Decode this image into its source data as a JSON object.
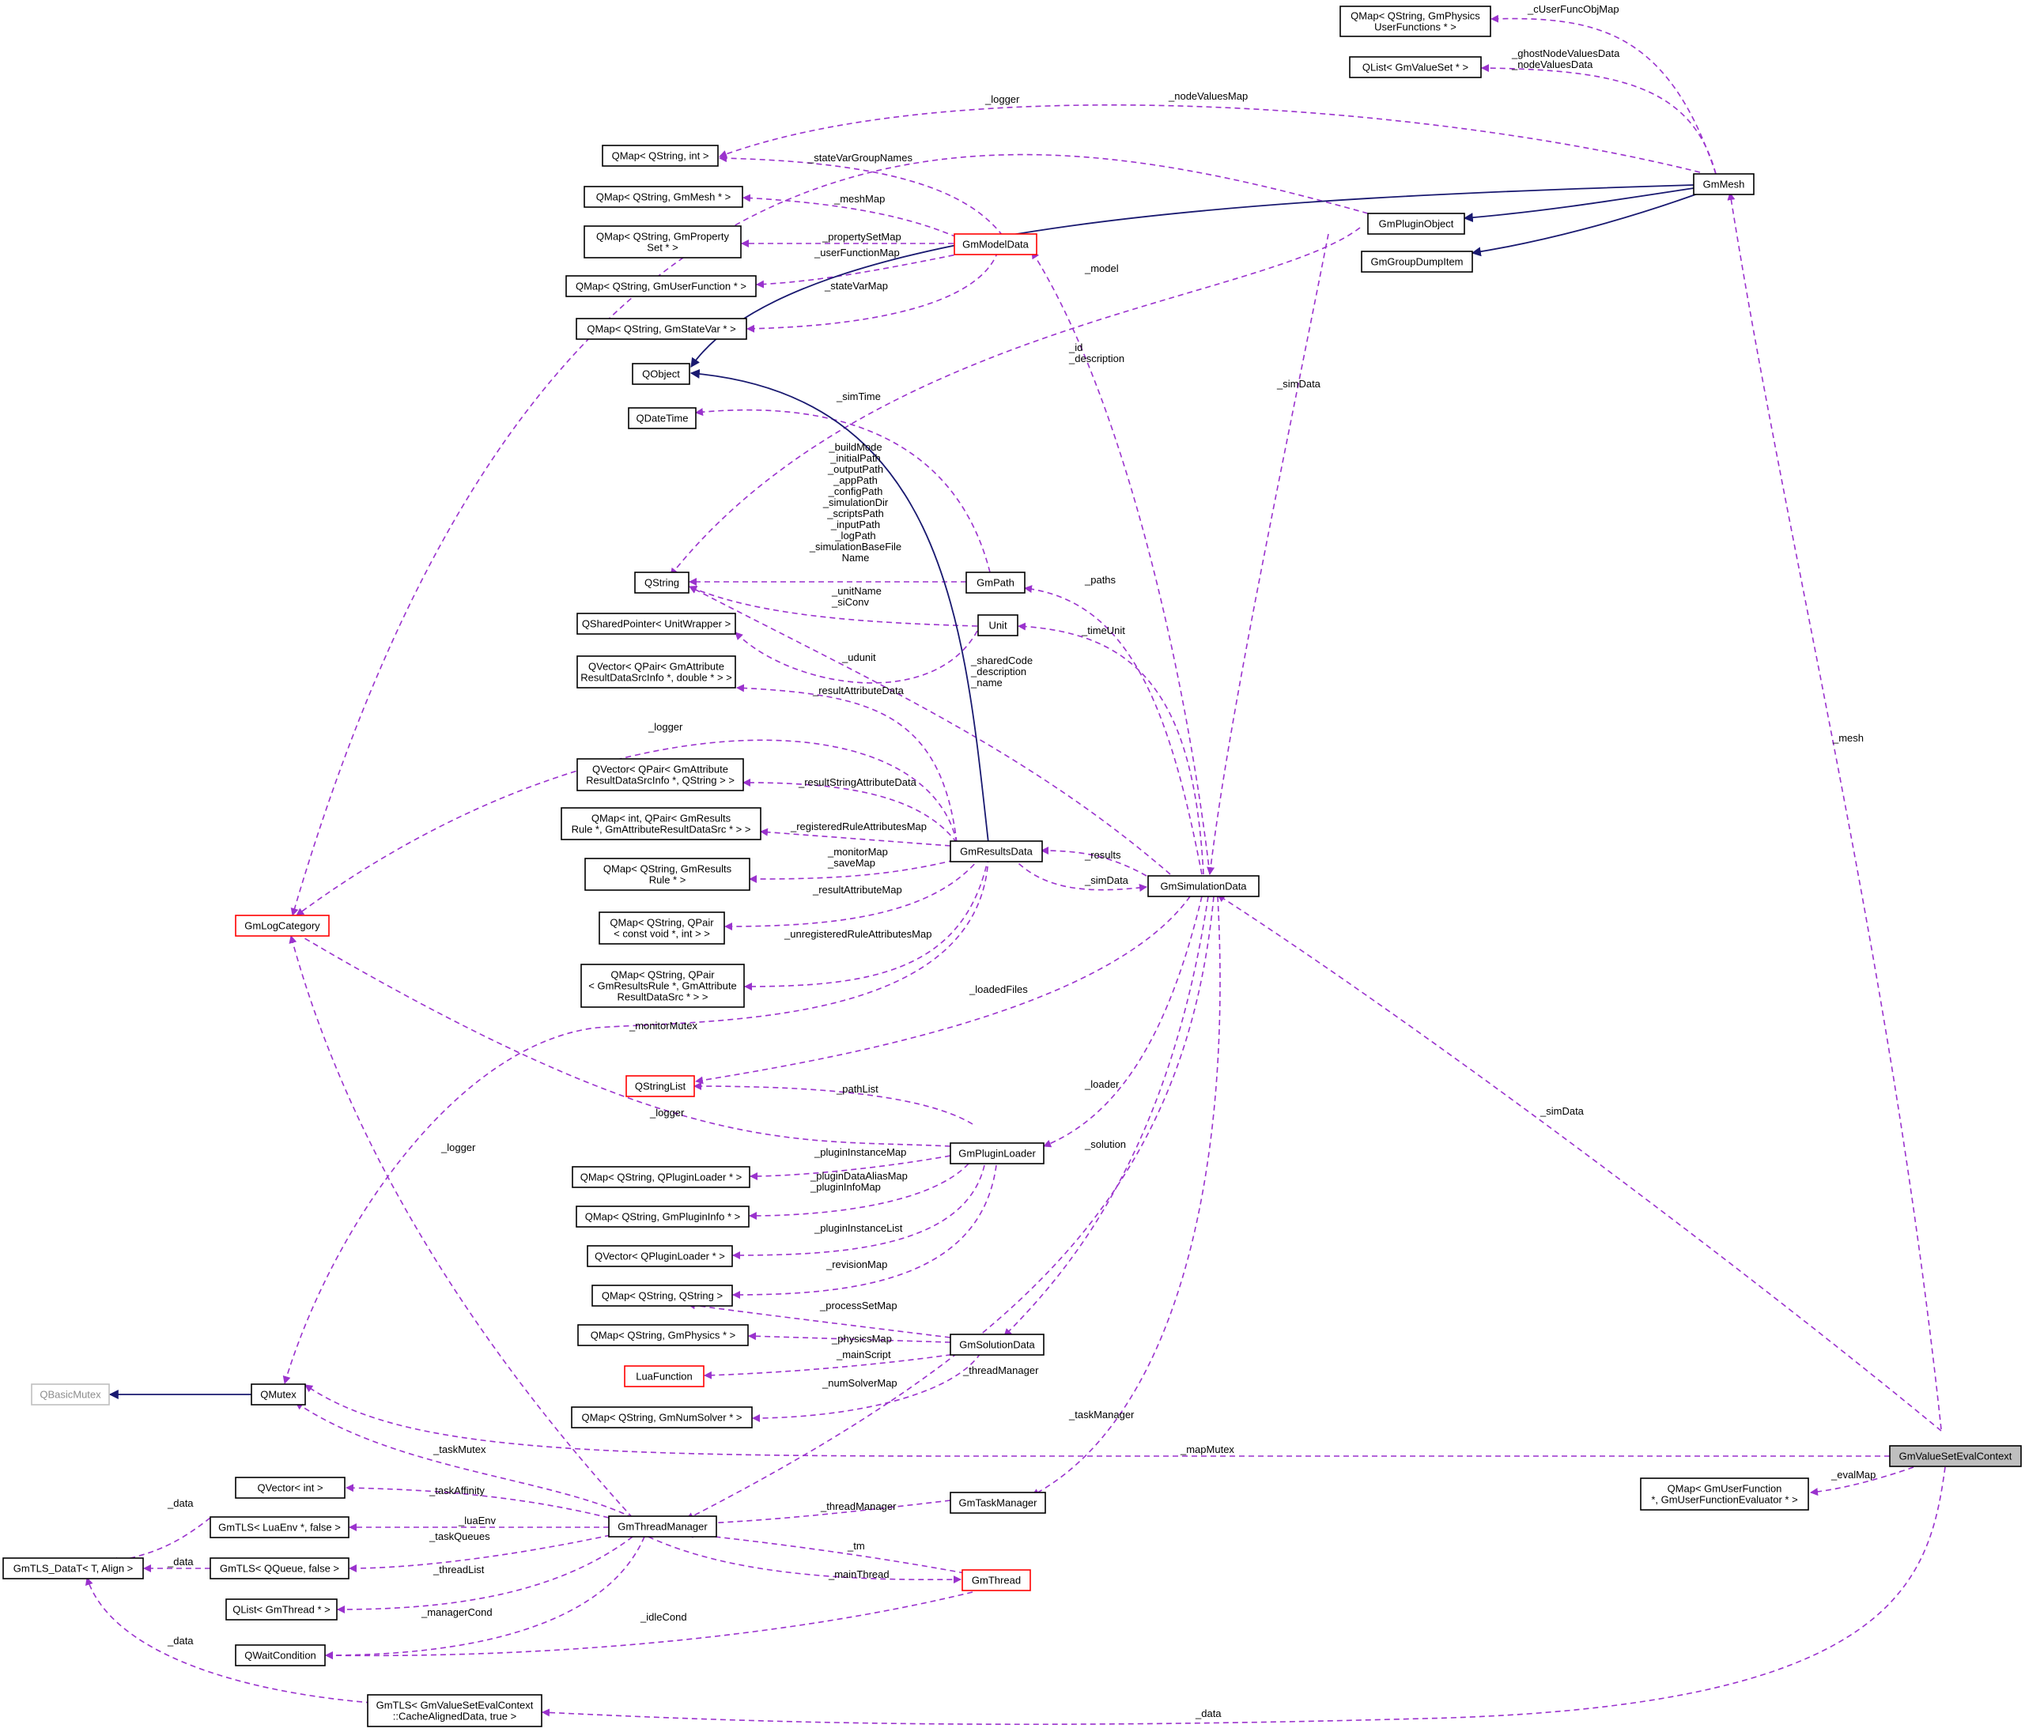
{
  "colors": {
    "usage_edge": "#9a32cd",
    "inheritance_edge": "#191970",
    "node_border": "#000000",
    "incomplete_node_border": "#ff0000",
    "undocumented_node_border": "#bfbfbf",
    "focus_node_fill": "#bfbfbf"
  },
  "nodes": [
    {
      "id": "qmap_physics",
      "lines": [
        "QMap< QString, GmPhysics",
        "UserFunctions * >"
      ]
    },
    {
      "id": "qlist_valueset",
      "lines": [
        "QList< GmValueSet * >"
      ]
    },
    {
      "id": "qmap_int",
      "lines": [
        "QMap< QString, int >"
      ]
    },
    {
      "id": "qmap_mesh",
      "lines": [
        "QMap< QString, GmMesh * >"
      ]
    },
    {
      "id": "qmap_property",
      "lines": [
        "QMap< QString, GmProperty",
        "Set * >"
      ]
    },
    {
      "id": "qmap_userfunc",
      "lines": [
        "QMap< QString, GmUserFunction * >"
      ]
    },
    {
      "id": "qmap_statevar",
      "lines": [
        "QMap< QString, GmStateVar * >"
      ]
    },
    {
      "id": "gmmodeldata",
      "lines": [
        "GmModelData"
      ],
      "style": "red"
    },
    {
      "id": "gmmesh",
      "lines": [
        "GmMesh"
      ]
    },
    {
      "id": "gmpluginobject",
      "lines": [
        "GmPluginObject"
      ]
    },
    {
      "id": "gmgroupdumpitem",
      "lines": [
        "GmGroupDumpItem"
      ]
    },
    {
      "id": "qobject",
      "lines": [
        "QObject"
      ]
    },
    {
      "id": "qdatetime",
      "lines": [
        "QDateTime"
      ]
    },
    {
      "id": "qstring",
      "lines": [
        "QString"
      ]
    },
    {
      "id": "gmpath",
      "lines": [
        "GmPath"
      ]
    },
    {
      "id": "unit",
      "lines": [
        "Unit"
      ]
    },
    {
      "id": "qsharedpointer",
      "lines": [
        "QSharedPointer< UnitWrapper >"
      ]
    },
    {
      "id": "qvector_double",
      "lines": [
        "QVector< QPair< GmAttribute",
        "ResultDataSrcInfo *, double * > >"
      ]
    },
    {
      "id": "qvector_qstring",
      "lines": [
        "QVector< QPair< GmAttribute",
        "ResultDataSrcInfo *, QString > >"
      ]
    },
    {
      "id": "qmap_int_results",
      "lines": [
        "QMap< int, QPair< GmResults",
        "Rule *, GmAttributeResultDataSrc * > >"
      ]
    },
    {
      "id": "qmap_resultsrule",
      "lines": [
        "QMap< QString, GmResults",
        "Rule * >"
      ]
    },
    {
      "id": "qmap_voidptr",
      "lines": [
        "QMap< QString, QPair",
        "< const void *, int > >"
      ]
    },
    {
      "id": "qmap_pair_rule",
      "lines": [
        "QMap< QString, QPair",
        "< GmResultsRule *, GmAttribute",
        "ResultDataSrc * > >"
      ]
    },
    {
      "id": "gmresultsdata",
      "lines": [
        "GmResultsData"
      ]
    },
    {
      "id": "gmsimulationdata",
      "lines": [
        "GmSimulationData"
      ]
    },
    {
      "id": "gmlogcategory",
      "lines": [
        "GmLogCategory"
      ],
      "style": "red"
    },
    {
      "id": "qstringlist",
      "lines": [
        "QStringList"
      ],
      "style": "red"
    },
    {
      "id": "gmpluginloader",
      "lines": [
        "GmPluginLoader"
      ]
    },
    {
      "id": "qmap_pluginloader",
      "lines": [
        "QMap< QString, QPluginLoader * >"
      ]
    },
    {
      "id": "qmap_plugininfo",
      "lines": [
        "QMap< QString, GmPluginInfo * >"
      ]
    },
    {
      "id": "qvector_pluginloader",
      "lines": [
        "QVector< QPluginLoader * >"
      ]
    },
    {
      "id": "qmap_qstring",
      "lines": [
        "QMap< QString, QString >"
      ]
    },
    {
      "id": "qmap_physics2",
      "lines": [
        "QMap< QString, GmPhysics * >"
      ]
    },
    {
      "id": "luafunction",
      "lines": [
        "LuaFunction"
      ],
      "style": "red"
    },
    {
      "id": "gmsolutiondata",
      "lines": [
        "GmSolutionData"
      ]
    },
    {
      "id": "qmap_numsolver",
      "lines": [
        "QMap< QString, GmNumSolver * >"
      ]
    },
    {
      "id": "qbasicmutex",
      "lines": [
        "QBasicMutex"
      ],
      "style": "gray"
    },
    {
      "id": "qmutex",
      "lines": [
        "QMutex"
      ]
    },
    {
      "id": "gmvaluesetevalcontext",
      "lines": [
        "GmValueSetEvalContext"
      ],
      "style": "focus"
    },
    {
      "id": "qmap_evaluator",
      "lines": [
        "QMap< GmUserFunction",
        "*, GmUserFunctionEvaluator * >"
      ]
    },
    {
      "id": "qvector_int",
      "lines": [
        "QVector< int >"
      ]
    },
    {
      "id": "gmtls_luaenv",
      "lines": [
        "GmTLS< LuaEnv *, false >"
      ]
    },
    {
      "id": "gmtls_qqueue",
      "lines": [
        "GmTLS< QQueue, false >"
      ]
    },
    {
      "id": "gmtls_datat",
      "lines": [
        "GmTLS_DataT< T, Align >"
      ]
    },
    {
      "id": "gmthreadmanager",
      "lines": [
        "GmThreadManager"
      ]
    },
    {
      "id": "gmtaskmanager",
      "lines": [
        "GmTaskManager"
      ]
    },
    {
      "id": "gmthread",
      "lines": [
        "GmThread"
      ],
      "style": "red"
    },
    {
      "id": "qlist_thread",
      "lines": [
        "QList< GmThread * >"
      ]
    },
    {
      "id": "qwaitcondition",
      "lines": [
        "QWaitCondition"
      ]
    },
    {
      "id": "gmtls_cache",
      "lines": [
        "GmTLS< GmValueSetEvalContext",
        "::CacheAlignedData, true >"
      ]
    }
  ],
  "edge_labels": [
    {
      "id": "l_cuserfuncobjmap",
      "lines": [
        "_cUserFuncObjMap"
      ]
    },
    {
      "id": "l_ghostnode",
      "lines": [
        "_ghostNodeValuesData",
        "_nodeValuesData"
      ]
    },
    {
      "id": "l_logger_top",
      "lines": [
        "_logger"
      ]
    },
    {
      "id": "l_nodevaluesmap",
      "lines": [
        "_nodeValuesMap"
      ]
    },
    {
      "id": "l_statevargroup",
      "lines": [
        "_stateVarGroupNames"
      ]
    },
    {
      "id": "l_meshmap",
      "lines": [
        "_meshMap"
      ]
    },
    {
      "id": "l_propertysetmap",
      "lines": [
        "_propertySetMap"
      ]
    },
    {
      "id": "l_userfunctionmap",
      "lines": [
        "_userFunctionMap"
      ]
    },
    {
      "id": "l_statevarmap",
      "lines": [
        "_stateVarMap"
      ]
    },
    {
      "id": "l_model",
      "lines": [
        "_model"
      ]
    },
    {
      "id": "l_id_desc",
      "lines": [
        "_id",
        "_description"
      ]
    },
    {
      "id": "l_simdata_top",
      "lines": [
        "_simData"
      ]
    },
    {
      "id": "l_simtime",
      "lines": [
        "_simTime"
      ]
    },
    {
      "id": "l_paths_list",
      "lines": [
        "_buildMode",
        "_initialPath",
        "_outputPath",
        "_appPath",
        "_configPath",
        "_simulationDir",
        "_scriptsPath",
        "_inputPath",
        "_logPath",
        "_simulationBaseFile",
        "Name"
      ]
    },
    {
      "id": "l_unitname",
      "lines": [
        "_unitName",
        "_siConv"
      ]
    },
    {
      "id": "l_paths",
      "lines": [
        "_paths"
      ]
    },
    {
      "id": "l_timeunit",
      "lines": [
        "_timeUnit"
      ]
    },
    {
      "id": "l_udunit",
      "lines": [
        "_udunit"
      ]
    },
    {
      "id": "l_sharedcode",
      "lines": [
        "_sharedCode",
        "_description",
        "_name"
      ]
    },
    {
      "id": "l_resultattributedata",
      "lines": [
        "_resultAttributeData"
      ]
    },
    {
      "id": "l_logger_mid",
      "lines": [
        "_logger"
      ]
    },
    {
      "id": "l_resultstring",
      "lines": [
        "_resultStringAttributeData"
      ]
    },
    {
      "id": "l_registeredrule",
      "lines": [
        "_registeredRuleAttributesMap"
      ]
    },
    {
      "id": "l_monitormap",
      "lines": [
        "_monitorMap",
        "_saveMap"
      ]
    },
    {
      "id": "l_resultattributemap",
      "lines": [
        "_resultAttributeMap"
      ]
    },
    {
      "id": "l_unregistered",
      "lines": [
        "_unregisteredRuleAttributesMap"
      ]
    },
    {
      "id": "l_results",
      "lines": [
        "_results"
      ]
    },
    {
      "id": "l_simdata_mid",
      "lines": [
        "_simData"
      ]
    },
    {
      "id": "l_mesh",
      "lines": [
        "_mesh"
      ]
    },
    {
      "id": "l_loadedfiles",
      "lines": [
        "_loadedFiles"
      ]
    },
    {
      "id": "l_monitormutex",
      "lines": [
        "_monitorMutex"
      ]
    },
    {
      "id": "l_pathlist",
      "lines": [
        "_pathList"
      ]
    },
    {
      "id": "l_loader",
      "lines": [
        "_loader"
      ]
    },
    {
      "id": "l_logger_low",
      "lines": [
        "_logger"
      ]
    },
    {
      "id": "l_simdata_right",
      "lines": [
        "_simData"
      ]
    },
    {
      "id": "l_solution",
      "lines": [
        "_solution"
      ]
    },
    {
      "id": "l_logger_left",
      "lines": [
        "_logger"
      ]
    },
    {
      "id": "l_plugininstancemap",
      "lines": [
        "_pluginInstanceMap"
      ]
    },
    {
      "id": "l_plugindataalias",
      "lines": [
        "_pluginDataAliasMap",
        "_pluginInfoMap"
      ]
    },
    {
      "id": "l_plugininstancelist",
      "lines": [
        "_pluginInstanceList"
      ]
    },
    {
      "id": "l_revisionmap",
      "lines": [
        "_revisionMap"
      ]
    },
    {
      "id": "l_processsetmap",
      "lines": [
        "_processSetMap"
      ]
    },
    {
      "id": "l_physicsmap",
      "lines": [
        "_physicsMap"
      ]
    },
    {
      "id": "l_mainscript",
      "lines": [
        "_mainScript"
      ]
    },
    {
      "id": "l_threadmanager_a",
      "lines": [
        "_threadManager"
      ]
    },
    {
      "id": "l_numsolvermap",
      "lines": [
        "_numSolverMap"
      ]
    },
    {
      "id": "l_taskmanager",
      "lines": [
        "_taskManager"
      ]
    },
    {
      "id": "l_taskmutex",
      "lines": [
        "_taskMutex"
      ]
    },
    {
      "id": "l_mapmutex",
      "lines": [
        "_mapMutex"
      ]
    },
    {
      "id": "l_evalmap",
      "lines": [
        "_evalMap"
      ]
    },
    {
      "id": "l_taskaffinity",
      "lines": [
        "_taskAffinity"
      ]
    },
    {
      "id": "l_data_a",
      "lines": [
        "_data"
      ]
    },
    {
      "id": "l_luaenv",
      "lines": [
        "_luaEnv"
      ]
    },
    {
      "id": "l_taskqueues",
      "lines": [
        "_taskQueues"
      ]
    },
    {
      "id": "l_threadmanager_b",
      "lines": [
        "_threadManager"
      ]
    },
    {
      "id": "l_data_b",
      "lines": [
        "_data"
      ]
    },
    {
      "id": "l_tm",
      "lines": [
        "_tm"
      ]
    },
    {
      "id": "l_threadlist",
      "lines": [
        "_threadList"
      ]
    },
    {
      "id": "l_mainthread",
      "lines": [
        "_mainThread"
      ]
    },
    {
      "id": "l_managercond",
      "lines": [
        "_managerCond"
      ]
    },
    {
      "id": "l_idlecond",
      "lines": [
        "_idleCond"
      ]
    },
    {
      "id": "l_data_c",
      "lines": [
        "_data"
      ]
    },
    {
      "id": "l_data_d",
      "lines": [
        "_data"
      ]
    }
  ]
}
